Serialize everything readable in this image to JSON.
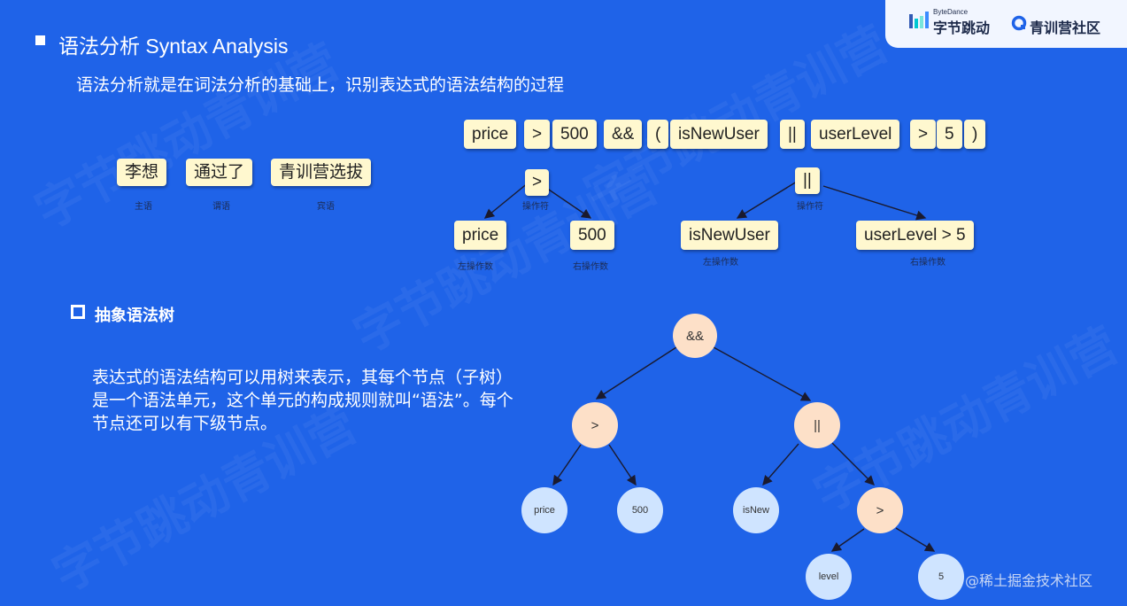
{
  "header": {
    "bytedance_small": "ByteDance",
    "bytedance_name": "字节跳动",
    "camp_name": "青训营社区"
  },
  "title": "语法分析 Syntax Analysis",
  "description": "语法分析就是在词法分析的基础上，识别表达式的语法结构的过程",
  "expression_tokens": [
    "price",
    ">",
    "500",
    "&&",
    "(",
    "isNewUser",
    "||",
    "userLevel",
    ">",
    "5",
    ")"
  ],
  "sentence_example": {
    "tokens": [
      "李想",
      "通过了",
      "青训营选拔"
    ],
    "roles": [
      "主语",
      "谓语",
      "宾语"
    ]
  },
  "tree_left": {
    "operator": ">",
    "operator_caption": "操作符",
    "left": "price",
    "left_caption": "左操作数",
    "right": "500",
    "right_caption": "右操作数"
  },
  "tree_right": {
    "operator": "||",
    "operator_caption": "操作符",
    "left": "isNewUser",
    "left_caption": "左操作数",
    "right": "userLevel > 5",
    "right_caption": "右操作数"
  },
  "ast_section": {
    "heading": "抽象语法树",
    "paragraph": "表达式的语法结构可以用树来表示，其每个节点（子树）是一个语法单元，这个单元的构成规则就叫“语法”。每个节点还可以有下级节点。"
  },
  "ast": {
    "root": "&&",
    "gt": ">",
    "or": "||",
    "price": "price",
    "five_hundred": "500",
    "is_new": "isNew",
    "gt2": ">",
    "level": "level",
    "five": "5"
  },
  "watermark": "@稀土掘金技术社区",
  "background_watermark": "字节跳动青训营",
  "colors": {
    "background": "#1f63e8",
    "token": "#fff8cf",
    "op_node": "#fde0c8",
    "leaf_node": "#cfe4ff"
  }
}
